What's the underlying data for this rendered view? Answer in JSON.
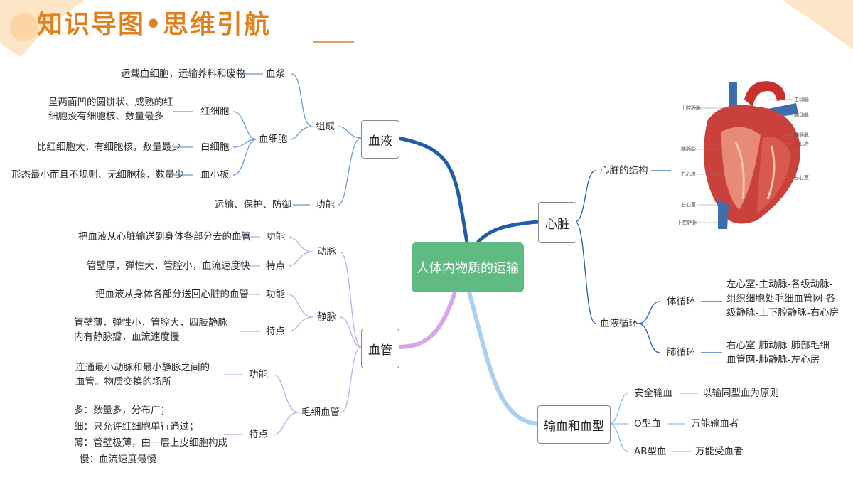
{
  "title": "知识导图•思维引航",
  "center": "人体内物质的运输",
  "blood": {
    "label": "血液",
    "composition": "组成",
    "plasma": "血浆",
    "plasma_desc": "运载血细胞，运输养料和废物",
    "cells": "血细胞",
    "rbc": "红细胞",
    "rbc_desc": "呈两面凹的圆饼状、成熟的红细胞没有细胞核、数量最多",
    "wbc": "白细胞",
    "wbc_desc": "比红细胞大，有细胞核，数量最少",
    "platelet": "血小板",
    "platelet_desc": "形态最小而且不规则、无细胞核，数量少",
    "function": "功能",
    "function_desc": "运输、保护、防御"
  },
  "vessels": {
    "label": "血管",
    "artery": "动脉",
    "artery_func": "功能",
    "artery_func_desc": "把血液从心脏输送到身体各部分去的血管",
    "artery_feat": "特点",
    "artery_feat_desc": "管壁厚，弹性大，管腔小，血流速度快",
    "vein": "静脉",
    "vein_func": "功能",
    "vein_func_desc": "把血液从身体各部分送回心脏的血管",
    "vein_feat": "特点",
    "vein_feat_desc": "管壁薄，弹性小，管腔大，四肢静脉内有静脉瓣，血流速度慢",
    "capillary": "毛细血管",
    "cap_func": "功能",
    "cap_func_desc": "连通最小动脉和最小静脉之间的血管。物质交换的场所",
    "cap_feat": "特点",
    "cap_feat_lines": [
      "多：数量多，分布广；",
      "细：只允许红细胞单行通过；",
      "薄：管壁极薄，由一层上皮细胞构成",
      "慢：血流速度最慢"
    ]
  },
  "heart": {
    "label": "心脏",
    "structure": "心脏的结构",
    "circulation": "血液循环",
    "systemic": "体循环",
    "systemic_desc": "左心室-主动脉-各级动脉-组织细胞处毛细血管网-各级静脉-上下腔静脉-右心房",
    "pulmonary": "肺循环",
    "pulmonary_desc": "右心室-肺动脉-肺部毛细血管网-肺静脉-左心房",
    "diagram_labels_left": [
      "上腔静脉",
      "肺静脉",
      "右心房",
      "右心室",
      "下腔静脉"
    ],
    "diagram_labels_right": [
      "主动脉",
      "肺动脉",
      "肺静脉",
      "左心房",
      "左心室"
    ]
  },
  "transfusion": {
    "label": "输血和血型",
    "safe": "安全输血",
    "safe_desc": "以输同型血为原则",
    "o_type": "O型血",
    "o_desc": "万能输血者",
    "ab_type": "AB型血",
    "ab_desc": "万能受血者"
  },
  "colors": {
    "title": "#e2801d",
    "center": "#5fbb82",
    "blood_branch": "#1f5fa8",
    "heart_branch": "#1f5fa8",
    "vessel_branch": "#c9a0e0",
    "transfusion_branch": "#9cc8f0"
  }
}
